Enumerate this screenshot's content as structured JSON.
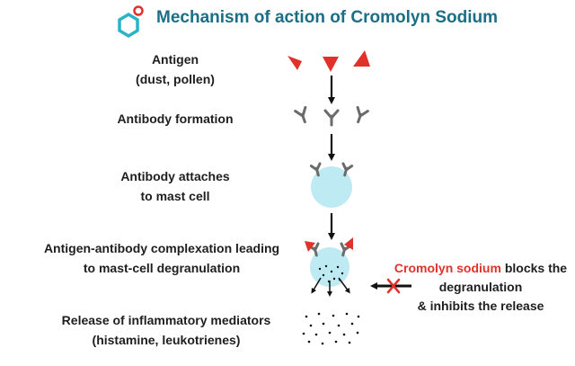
{
  "title": "Mechanism of action of Cromolyn Sodium",
  "steps": [
    {
      "line1": "Antigen",
      "line2": "(dust, pollen)"
    },
    {
      "line1": "Antibody formation",
      "line2": ""
    },
    {
      "line1": "Antibody attaches",
      "line2": "to mast cell"
    },
    {
      "line1": "Antigen-antibody complexation leading",
      "line2": "to mast-cell degranulation"
    },
    {
      "line1": "Release of inflammatory mediators",
      "line2": "(histamine, leukotrienes)"
    }
  ],
  "block_note": {
    "drug": "Cromolyn sodium",
    "rest1": " blocks the",
    "line2": "degranulation",
    "line3": "& inhibits the release"
  },
  "colors": {
    "title": "#1a6e86",
    "antigen": "#e0322b",
    "antibody": "#6b6b6b",
    "mast_cell": "#bdeaf3",
    "inhibit": "#e0322b"
  }
}
